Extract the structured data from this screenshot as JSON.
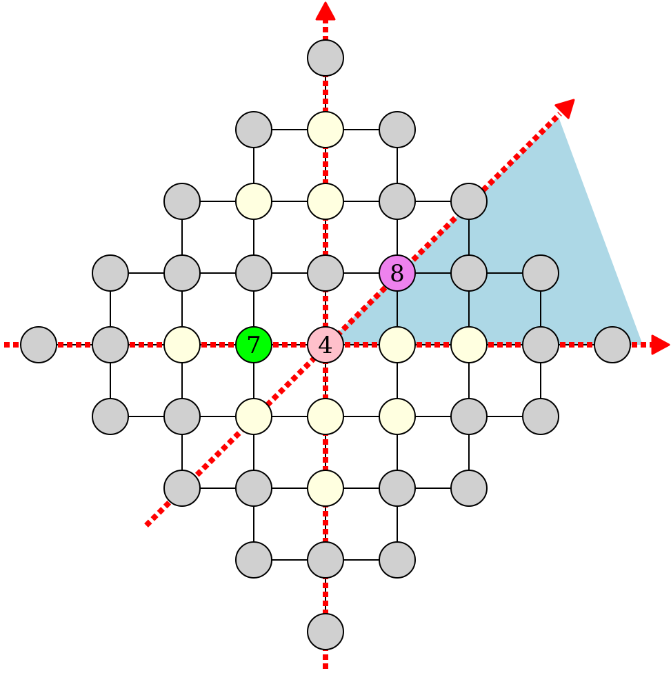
{
  "colors": {
    "background": "#ffffff",
    "node_fill": "#d0d0d0",
    "node_highlight_fill": "#ffffe0",
    "node_stroke": "#000000",
    "edge": "#000000",
    "axis": "#ff0000",
    "region_fill": "#add8e6"
  },
  "labeled_nodes": [
    {
      "row": 0,
      "col": 0,
      "label": "4",
      "fill": "#ffc0cb"
    },
    {
      "row": 0,
      "col": -1,
      "label": "7",
      "fill": "#00ff00"
    },
    {
      "row": 1,
      "col": 1,
      "label": "8",
      "fill": "#ee82ee"
    }
  ],
  "highlighted_nodes": [
    [
      3,
      0
    ],
    [
      2,
      -1
    ],
    [
      2,
      0
    ],
    [
      0,
      -2
    ],
    [
      0,
      1
    ],
    [
      0,
      2
    ],
    [
      -1,
      -1
    ],
    [
      -1,
      0
    ],
    [
      -1,
      1
    ],
    [
      -2,
      0
    ]
  ],
  "grid_rows": [
    {
      "row": 4,
      "cols": [
        0
      ]
    },
    {
      "row": 3,
      "cols": [
        -1,
        0,
        1
      ]
    },
    {
      "row": 2,
      "cols": [
        -2,
        -1,
        0,
        1,
        2
      ]
    },
    {
      "row": 1,
      "cols": [
        -3,
        -2,
        -1,
        0,
        1,
        2,
        3
      ]
    },
    {
      "row": 0,
      "cols": [
        -4,
        -3,
        -2,
        -1,
        0,
        1,
        2,
        3,
        4
      ]
    },
    {
      "row": -1,
      "cols": [
        -3,
        -2,
        -1,
        0,
        1,
        2,
        3
      ]
    },
    {
      "row": -2,
      "cols": [
        -2,
        -1,
        0,
        1,
        2
      ]
    },
    {
      "row": -3,
      "cols": [
        -1,
        0,
        1
      ]
    },
    {
      "row": -4,
      "cols": [
        0
      ]
    }
  ]
}
